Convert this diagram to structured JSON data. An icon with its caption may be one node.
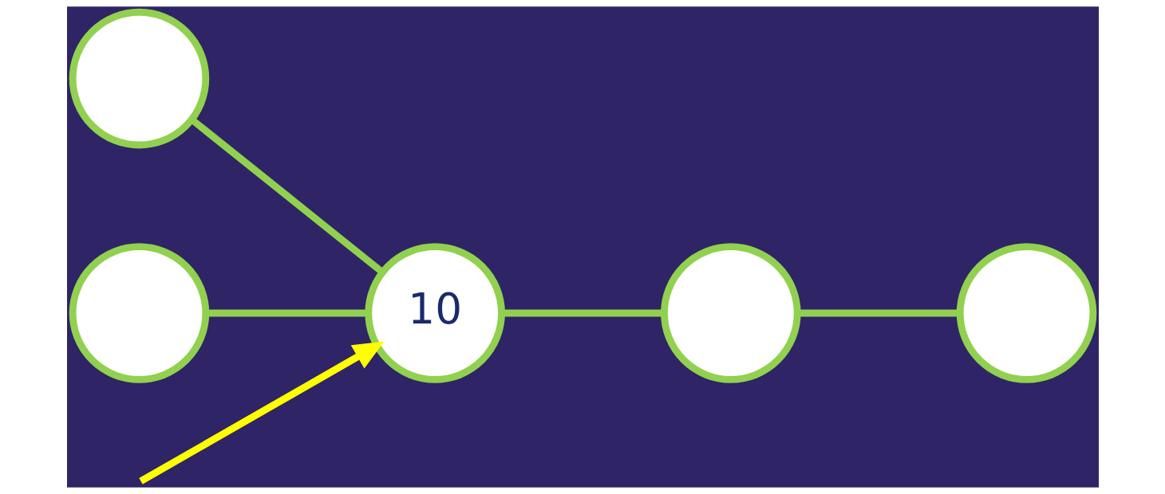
{
  "diagram": {
    "nodes": [
      {
        "text": [],
        "shape": "circle"
      },
      {
        "text": [],
        "shape": "circle"
      },
      {
        "text": [
          "10"
        ]
      },
      {
        "text": [],
        "shape": "circle"
      },
      {
        "text": [],
        "shape": "circle"
      }
    ],
    "edges": [
      {
        "from": 0,
        "to": 2,
        "arrow": "none"
      },
      {
        "from": 4,
        "to": 2,
        "arrow": "none"
      },
      {
        "from": 2,
        "to": 3,
        "arrow": "none"
      },
      {
        "from": 3,
        "to": 1,
        "arrow": "none"
      },
      {
        "from": null,
        "to": 2,
        "arrow": "to",
        "color": "#ffff00"
      }
    ]
  }
}
